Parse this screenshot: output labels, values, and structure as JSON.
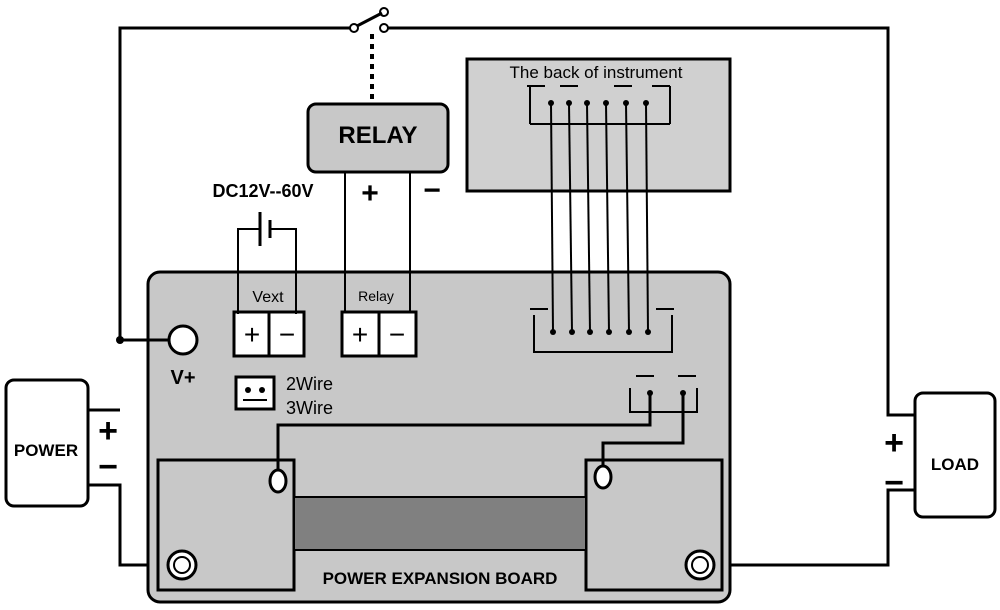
{
  "diagram": {
    "colors": {
      "board_fill": "#c8c8c8",
      "relay_fill": "#c8c8c8",
      "instrument_fill": "#d0d0d0",
      "slot_fill": "#808080",
      "line": "#000000",
      "background": "#ffffff"
    },
    "labels": {
      "power": "POWER",
      "load": "LOAD",
      "relay": "RELAY",
      "instrument": "The back of instrument",
      "voltage": "DC12V--60V",
      "vext": "Vext",
      "relay_terminal": "Relay",
      "v_plus": "V+",
      "two_wire": "2Wire",
      "three_wire": "3Wire",
      "board": "POWER EXPANSION BOARD",
      "plus": "+",
      "minus": "−"
    },
    "instrument_pins": 6,
    "board_pins": 6
  }
}
